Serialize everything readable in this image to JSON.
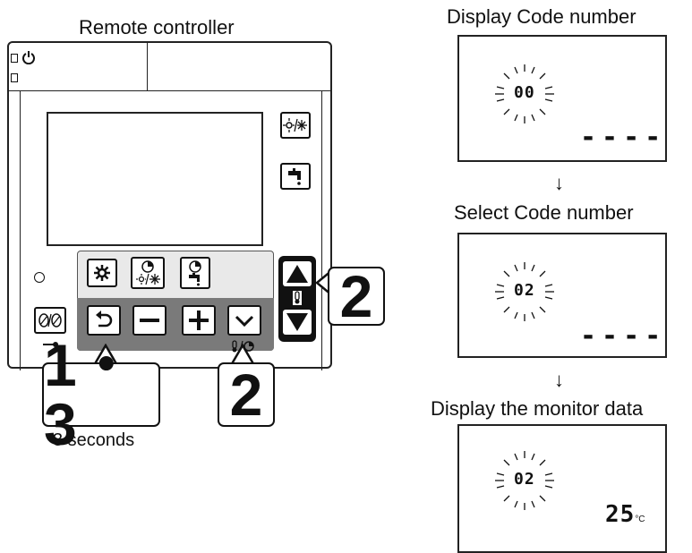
{
  "remote": {
    "title": "Remote controller",
    "hold_text": "3 seconds",
    "callouts": {
      "step_1_3": "1・3",
      "step_2_set": "2",
      "step_2_updown": "2"
    }
  },
  "displays": {
    "heading_1": "Display Code number",
    "heading_2": "Select Code number",
    "heading_3": "Display the monitor data",
    "code_1": "00",
    "code_2": "02",
    "code_3": "02",
    "value_3": "25",
    "unit_3": "°C",
    "dashes": "----",
    "arrow": "↓"
  },
  "icons": [
    "power-icon",
    "sun-snow-icon",
    "faucet-icon",
    "settings-icon",
    "timer-sun-snow-icon",
    "timer-faucet-icon",
    "back-icon",
    "minus-icon",
    "plus-icon",
    "check-icon",
    "up-icon",
    "down-icon",
    "thermometer-icon",
    "leaf-key-icon",
    "led-icon"
  ]
}
